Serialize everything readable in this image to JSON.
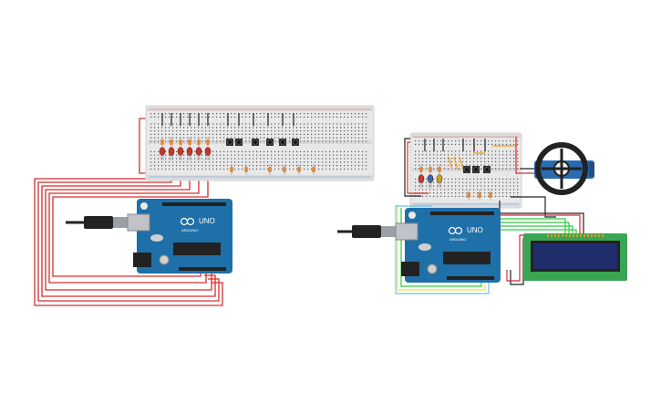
{
  "circuits": [
    {
      "name": "left",
      "board": {
        "label": "UNO",
        "brand": "ARDUINO"
      },
      "leds": 6,
      "buttons": 6,
      "resistors": 12
    },
    {
      "name": "right",
      "board": {
        "label": "UNO",
        "brand": "ARDUINO"
      },
      "leds": 3,
      "buttons": 3,
      "resistors": 6,
      "servo": true,
      "lcd": {
        "rows": 2,
        "cols": 16
      }
    }
  ],
  "colors": {
    "breadboard": "#e9e9e9",
    "board": "#1f6fa8",
    "wire_red": "#d32f2f",
    "wire_black": "#222222",
    "wire_orange": "#f39c12",
    "wire_green": "#2ecc40",
    "wire_yellow": "#f1e04a",
    "lcd_screen": "#1f2d6b",
    "lcd_pcb": "#3aa655",
    "servo": "#2b6cb0"
  }
}
